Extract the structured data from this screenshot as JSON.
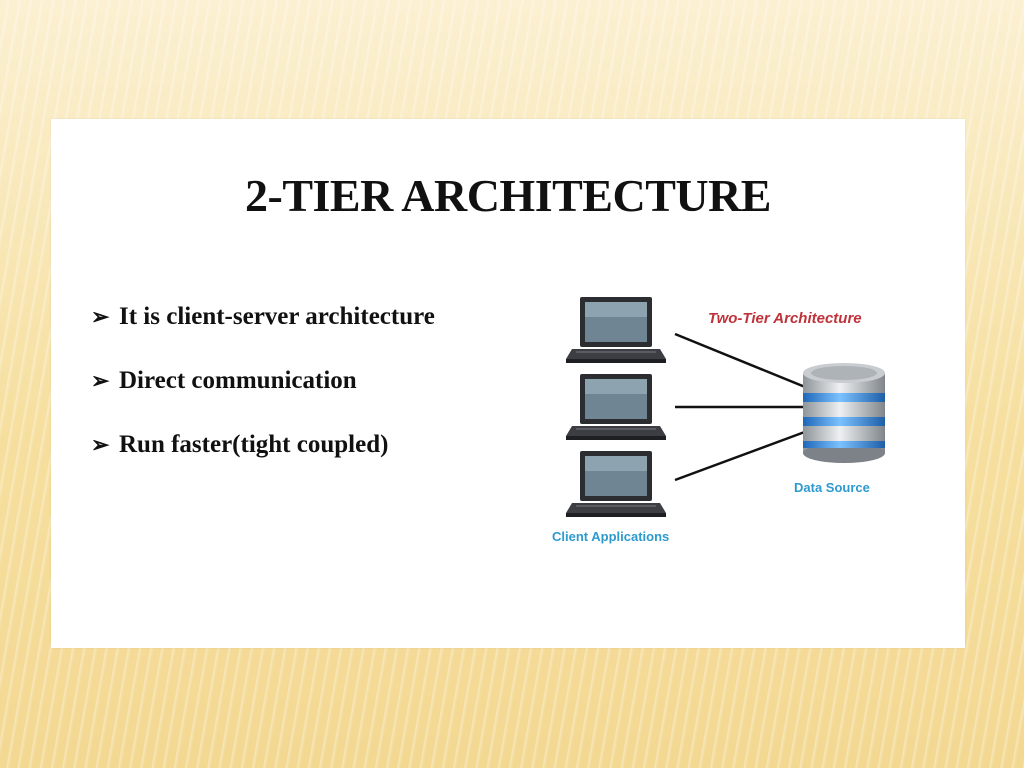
{
  "slide": {
    "title": "2-TIER ARCHITECTURE",
    "bullets": [
      "It is client-server architecture",
      "Direct communication",
      "Run faster(tight coupled)"
    ],
    "bullet_glyph": "➢"
  },
  "diagram": {
    "title": "Two-Tier Architecture",
    "data_source_label": "Data Source",
    "clients_label": "Client Applications",
    "icons": [
      "laptop-icon",
      "laptop-icon",
      "laptop-icon",
      "database-icon"
    ],
    "colors": {
      "title": "#c0323a",
      "labels": "#2d9ad0",
      "database_bands": "#3f8fe0"
    }
  }
}
